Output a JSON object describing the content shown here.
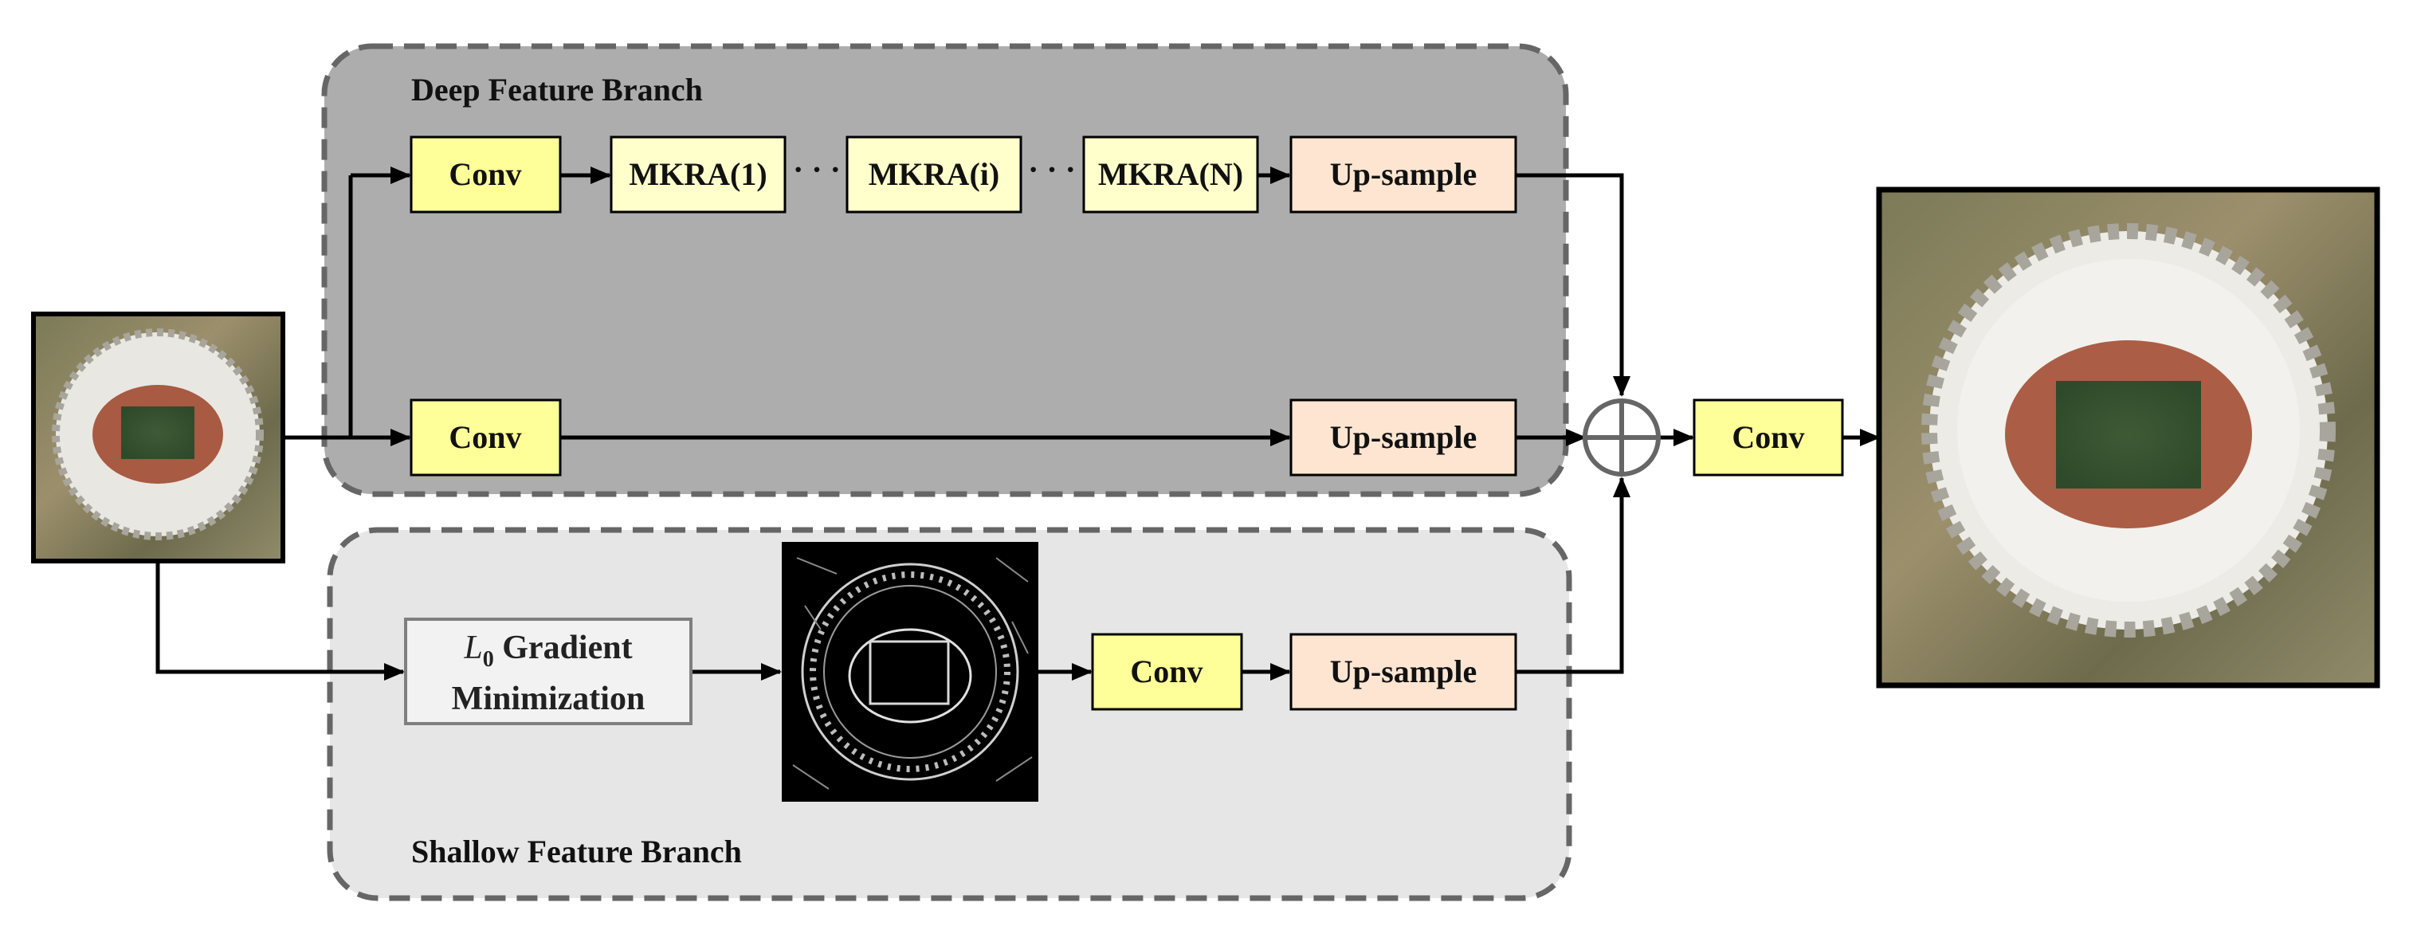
{
  "branches": {
    "deep_title": "Deep Feature Branch",
    "shallow_title": "Shallow Feature Branch"
  },
  "deep_path": {
    "conv_top": "Conv",
    "mkra_1": "MKRA(1)",
    "mkra_i": "MKRA(i)",
    "mkra_n": "MKRA(N)",
    "upsample_top": "Up-sample",
    "conv_mid": "Conv",
    "upsample_mid": "Up-sample",
    "dots": "· · ·"
  },
  "shallow_path": {
    "gradient_symbol": "L",
    "gradient_subscript": "0",
    "gradient_line1_rest": " Gradient",
    "gradient_line2": "Minimization",
    "conv": "Conv",
    "upsample": "Up-sample"
  },
  "output": {
    "conv": "Conv"
  },
  "colors": {
    "deep_panel": "#adadad",
    "shallow_panel": "#e6e6e6",
    "conv_fill": "#ffff99",
    "mkra_fill": "#ffffcc",
    "upsample_fill": "#fde5d1",
    "gradient_fill": "#f2f2f2",
    "panel_border": "#666666"
  }
}
